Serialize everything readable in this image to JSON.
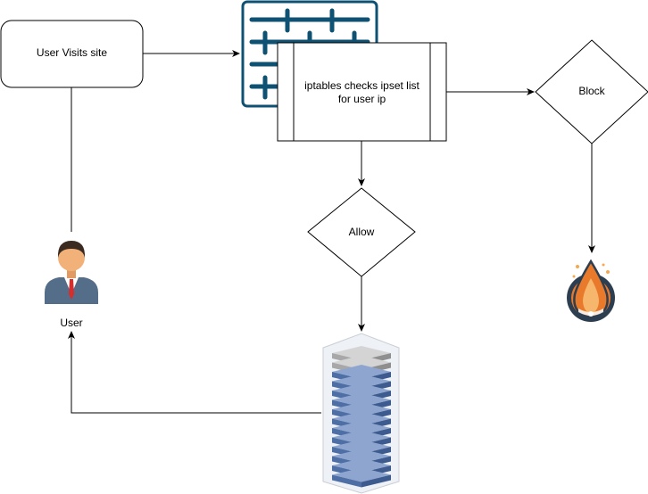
{
  "nodes": {
    "visit": "User Visits site",
    "check": "iptables checks ipset list for user ip",
    "block": "Block",
    "allow": "Allow",
    "user": "User"
  },
  "icons": {
    "firewall": "firewall-brick-wall-icon",
    "user": "person-icon",
    "server": "server-rack-icon",
    "fire": "fire-icon"
  },
  "colors": {
    "firewall": "#0e5172",
    "server_blue": "#4e6fa6",
    "server_grey": "#a8a8a8",
    "fire_orange": "#e97a2b",
    "fire_dark": "#2c3e50",
    "user_suit": "#546e8a",
    "user_skin": "#f3b17a"
  }
}
